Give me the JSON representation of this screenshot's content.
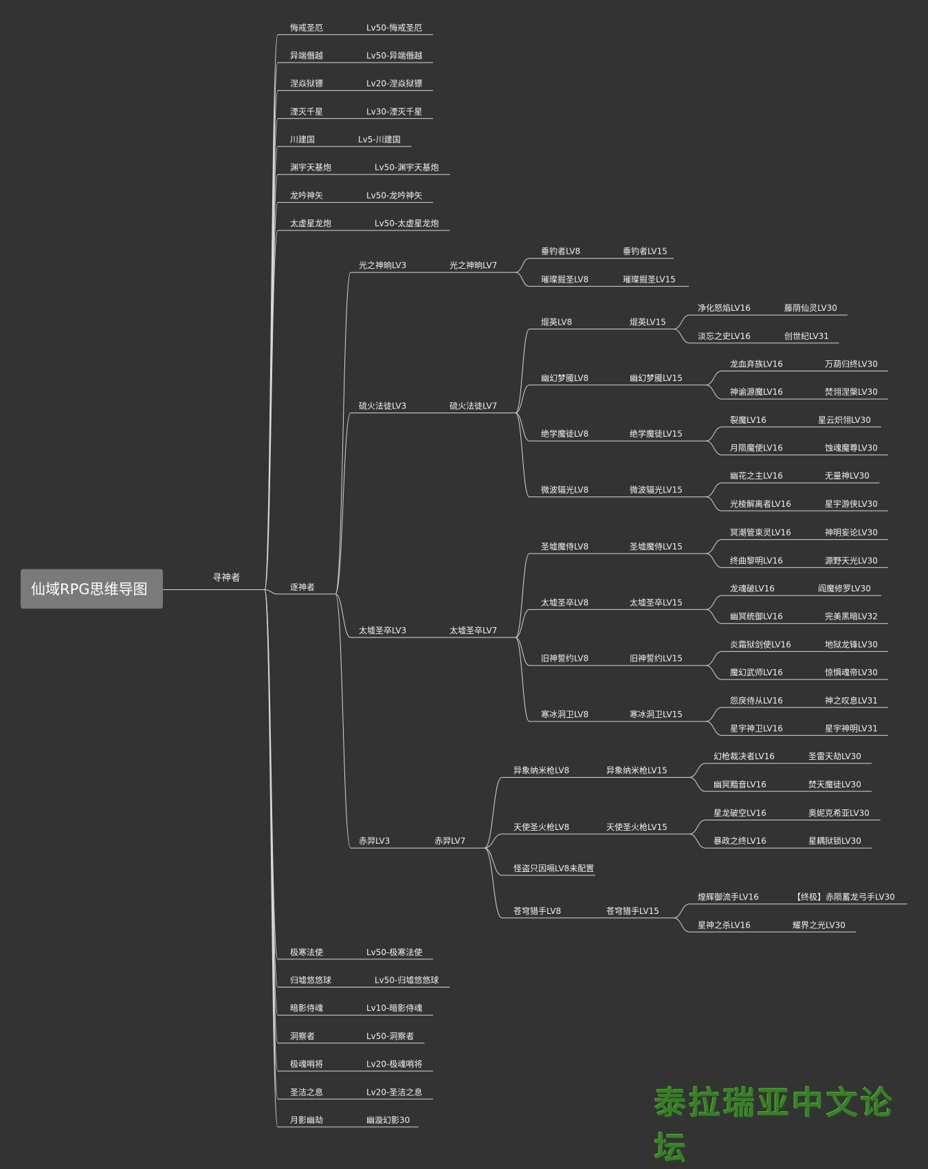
{
  "root": {
    "label": "仙域RPG思维导图"
  },
  "main_branch": {
    "label": "寻神者"
  },
  "top_items": [
    {
      "label": "悔戒圣厄",
      "child": "Lv50-悔戒圣厄"
    },
    {
      "label": "异端僭越",
      "child": "Lv50-异端僭越"
    },
    {
      "label": "涅焱狱镖",
      "child": "Lv20-涅焱狱镖"
    },
    {
      "label": "湮灭千星",
      "child": "Lv30-湮灭千星"
    },
    {
      "label": "川建国",
      "child": "Lv5-川建国"
    },
    {
      "label": "渊宇天基炮",
      "child": "Lv50-渊宇天基炮"
    },
    {
      "label": "龙吟神矢",
      "child": "Lv50-龙吟神矢"
    },
    {
      "label": "太虚星龙炮",
      "child": "Lv50-太虚星龙炮"
    }
  ],
  "zhushenzhe": {
    "label": "逐神者",
    "branches": [
      {
        "lv3": "光之神晌LV3",
        "lv7": "光之神晌LV7",
        "subs": [
          {
            "lv8": "垂钓者LV8",
            "lv15": "垂钓者LV15",
            "leaves": []
          },
          {
            "lv8": "璀璨掘圣LV8",
            "lv15": "璀璨掘圣LV15",
            "leaves": []
          }
        ]
      },
      {
        "lv3": "硫火法徒LV3",
        "lv7": "硫火法徒LV7",
        "subs": [
          {
            "lv8": "焜英LV8",
            "lv15": "焜英LV15",
            "leaves": [
              {
                "lv16": "净化怒焰LV16",
                "lv30": "藤荫仙灵LV30"
              },
              {
                "lv16": "淡忘之史LV16",
                "lv30": "创世纪LV31"
              }
            ]
          },
          {
            "lv8": "幽幻梦魇LV8",
            "lv15": "幽幻梦魇LV15",
            "leaves": [
              {
                "lv16": "龙血弃族LV16",
                "lv30": "万葫归终LV30"
              },
              {
                "lv16": "神谕源魔LV16",
                "lv30": "焚翎涅槃LV30"
              }
            ]
          },
          {
            "lv8": "绝学魔徒LV8",
            "lv15": "绝学魔徒LV15",
            "leaves": [
              {
                "lv16": "裂魔LV16",
                "lv30": "星云炽翎LV30"
              },
              {
                "lv16": "月陨魔使LV16",
                "lv30": "蚀魂魔尊LV30"
              }
            ]
          },
          {
            "lv8": "微波辐光LV8",
            "lv15": "微波辐光LV15",
            "leaves": [
              {
                "lv16": "幽花之主LV16",
                "lv30": "无量神LV30"
              },
              {
                "lv16": "光棱解离者LV16",
                "lv30": "星宇游侠LV30"
              }
            ]
          }
        ]
      },
      {
        "lv3": "太墟圣卒LV3",
        "lv7": "太墟圣卒LV7",
        "subs": [
          {
            "lv8": "圣墟魔侍LV8",
            "lv15": "圣墟魔侍LV15",
            "leaves": [
              {
                "lv16": "冥潮管束灵LV16",
                "lv30": "神明妄论LV30"
              },
              {
                "lv16": "终曲黎明LV16",
                "lv30": "源野天光LV30"
              }
            ]
          },
          {
            "lv8": "太墟圣卒LV8",
            "lv15": "太墟圣卒LV15",
            "leaves": [
              {
                "lv16": "龙魂破LV16",
                "lv30": "阎魔修罗LV30"
              },
              {
                "lv16": "幽冥统御LV16",
                "lv30": "完美黑暗LV32"
              }
            ]
          },
          {
            "lv8": "旧神誓约LV8",
            "lv15": "旧神誓约LV15",
            "leaves": [
              {
                "lv16": "炎霜狱剑使LV16",
                "lv30": "地狱龙锋LV30"
              },
              {
                "lv16": "魔幻武师LV16",
                "lv30": "惊惧魂帝LV30"
              }
            ]
          },
          {
            "lv8": "寒冰洞卫LV8",
            "lv15": "寒冰洞卫LV15",
            "leaves": [
              {
                "lv16": "怨戾侍从LV16",
                "lv30": "神之叹息LV31"
              },
              {
                "lv16": "星宇神卫LV16",
                "lv30": "星宇神明LV31"
              }
            ]
          }
        ]
      },
      {
        "lv3": "赤羿LV3",
        "lv7": "赤羿LV7",
        "subs": [
          {
            "lv8": "异象纳米枪LV8",
            "lv15": "异象纳米枪LV15",
            "leaves": [
              {
                "lv16": "幻枪裁决者LV16",
                "lv30": "圣雷天劫LV30"
              },
              {
                "lv16": "幽冥黯音LV16",
                "lv30": "焚天魔徒LV30"
              }
            ]
          },
          {
            "lv8": "天使圣火枪LV8",
            "lv15": "天使圣火枪LV15",
            "leaves": [
              {
                "lv16": "星龙破空LV16",
                "lv30": "奥妮克希亚LV30"
              },
              {
                "lv16": "暴政之终LV16",
                "lv30": "星耦狱锁LV30"
              }
            ]
          },
          {
            "lv8": "怪盗只因嗝LV8未配置",
            "lv15": "",
            "leaves": []
          },
          {
            "lv8": "苍穹猎手LV8",
            "lv15": "苍穹猎手LV15",
            "leaves": [
              {
                "lv16": "煌辉御流手LV16",
                "lv30": "【终极】赤陨蓄龙弓手LV30"
              },
              {
                "lv16": "星神之杀LV16",
                "lv30": "耀界之光LV30"
              }
            ]
          }
        ]
      }
    ]
  },
  "bottom_items": [
    {
      "label": "极寒法使",
      "child": "Lv50-极寒法使"
    },
    {
      "label": "归墟悠悠球",
      "child": "Lv50-归墟悠悠球"
    },
    {
      "label": "暗影侍魂",
      "child": "Lv10-暗影侍魂"
    },
    {
      "label": "洞察者",
      "child": "Lv50-洞察者"
    },
    {
      "label": "极魂哨将",
      "child": "Lv20-极魂哨将"
    },
    {
      "label": "圣洁之息",
      "child": "Lv20-圣洁之息"
    },
    {
      "label": "月影幽劫",
      "child": "幽漩幻影30"
    }
  ],
  "watermark": {
    "text": "泰拉瑞亚中文论坛"
  },
  "colors": {
    "background": "#333333",
    "line": "#d8d8d8",
    "root": "#7a7a7a",
    "text": "#f2f2f2",
    "watermark": "#3d8a2b"
  }
}
